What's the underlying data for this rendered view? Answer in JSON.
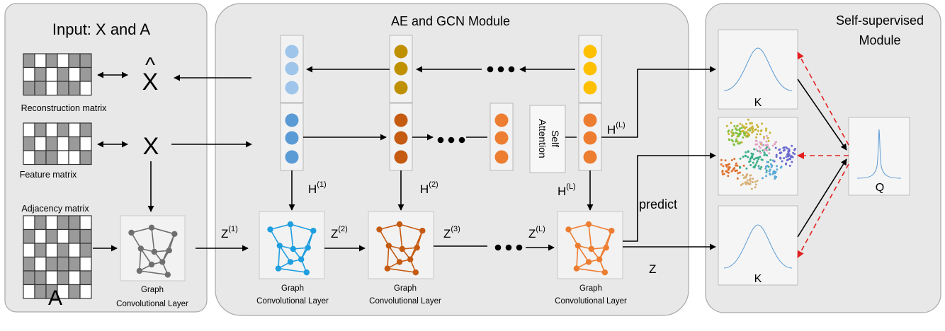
{
  "panels": {
    "input_title": "Input: X and A",
    "module_title": "AE and GCN Module",
    "self_title_line1": "Self-supervised",
    "self_title_line2": "Module"
  },
  "matrices": {
    "reconstruction_label": "Reconstruction matrix",
    "feature_label": "Feature matrix",
    "adjacency_label": "Adjacency matrix",
    "adjacency_symbol": "A"
  },
  "symbols": {
    "x_hat": "X",
    "hat": "^",
    "x": "X",
    "z": "Z",
    "h": "H",
    "h_sup_1": "(1)",
    "h_sup_2": "(2)",
    "h_sup_L": "(L)",
    "z_sup_1": "(1)",
    "z_sup_2": "(2)",
    "z_sup_3": "(3)",
    "z_sup_L": "(L)",
    "k_top": "K",
    "k_bottom": "K",
    "q": "Q",
    "predict": "predict",
    "z_final": "Z"
  },
  "attention": {
    "line1": "Self",
    "line2": "Attention"
  },
  "gcn_layers": {
    "line1": "Graph",
    "line2": "Convolutional Layer"
  },
  "colors": {
    "panel_fill": "#e8e8e8",
    "panel_stroke": "#a8a8a8",
    "gray_node": "#6f6f6f",
    "blue_light": "#9fc5ea",
    "blue": "#5b9bd5",
    "gold": "#bf9000",
    "gold_bright": "#ffc000",
    "rust": "#c55a11",
    "orange": "#ed7d31",
    "cyan_graph": "#1f9ee0",
    "arrow_red": "#e32020",
    "curve_blue": "#5b9bd5"
  }
}
